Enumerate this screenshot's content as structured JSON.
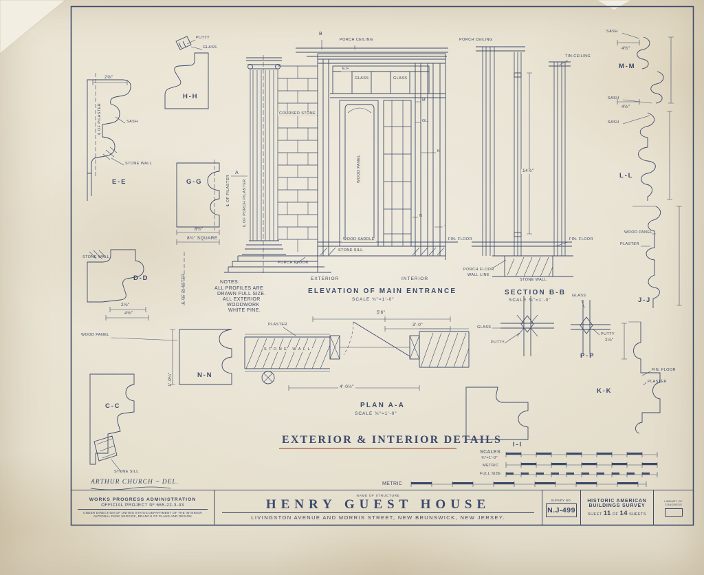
{
  "colors": {
    "paper": "#eae4d4",
    "ink": "#3c4a6b",
    "underline": "#a2603f"
  },
  "profiles": {
    "hh": "H-H",
    "ee": "E-E",
    "gg": "G-G",
    "dd": "D-D",
    "nn": "N-N",
    "cc": "C-C",
    "mm": "M-M",
    "ll": "L-L",
    "jj": "J-J",
    "kk": "K-K",
    "pp": "P-P",
    "ii": "I-I"
  },
  "materials": {
    "putty": "PUTTY",
    "glass": "GLASS",
    "sash": "SASH",
    "stone_wall": "STONE WALL",
    "wood_panel": "WOOD PANEL",
    "plaster": "PLASTER",
    "stone_sill": "STONE SILL",
    "coursed_stone": "COURSED STONE",
    "wood_saddle": "WOOD SADDLE",
    "porch_ceiling": "PORCH CEILING",
    "tin_ceiling": "TIN-CEILING",
    "porch_floor": "PORCH FLOOR",
    "wall_line": "WALL LINE",
    "fin_floor": "FIN. FLOOR"
  },
  "centerlines": {
    "pilaster": "℄ OF PILASTER",
    "plaster": "℄ OF PLASTER",
    "porch_pilaster": "℄ OF PORCH PILASTER"
  },
  "markers": {
    "a": "A",
    "b": "B",
    "m": "M",
    "gl": "GL.",
    "k": "K",
    "n": "N",
    "j": "J",
    "ef": "E.F."
  },
  "elevation": {
    "title": "ELEVATION OF MAIN ENTRANCE",
    "scale": "SCALE ¾\"=1'-0\"",
    "exterior": "EXTERIOR",
    "interior": "INTERIOR"
  },
  "section": {
    "title": "SECTION B-B",
    "scale": "SCALE ¾\"=1'-0\""
  },
  "plan": {
    "title": "PLAN  A-A",
    "scale": "SCALE ¾\"=1'-0\""
  },
  "notes": {
    "heading": "NOTES:",
    "l1": "ALL PROFILES ARE",
    "l2": "DRAWN FULL SIZE.",
    "l3": "ALL EXTERIOR",
    "l4": "WOODWORK",
    "l5": "WHITE PINE."
  },
  "main_title": "EXTERIOR & INTERIOR DETAILS",
  "dims": {
    "d2_58": "2⅝\"",
    "d8_12": "8½\"",
    "d8_14_sq": "8¼\" SQUARE",
    "d2_78": "2⅞\"",
    "d4_18": "4⅛\"",
    "d1_0_14": "1'-0¼\"",
    "d14_78": "14⅞\"",
    "d4_12": "4½\"",
    "d5_6": "5'6\"",
    "d3_0": "3'-0\"",
    "d4_0_12": "4'-0½\""
  },
  "scales_block": {
    "heading": "SCALES",
    "imperial": "¾\"=1'-0\"",
    "metric": "METRIC",
    "full_size": "FULL SIZE",
    "metric_bottom": "METRIC"
  },
  "signature": "ARTHUR CHURCH ~ DEL.",
  "title_block": {
    "wpa1": "WORKS PROGRESS ADMINISTRATION",
    "wpa2": "OFFICIAL PROJECT Nº 665-22-3-43",
    "wpa3": "UNDER DIRECTION OF UNITED STATES DEPARTMENT OF THE INTERIOR",
    "wpa4": "NATIONAL PARK SERVICE, BRANCH OF PLANS AND DESIGN",
    "name_label": "NAME OF STRUCTURE",
    "structure_name": "HENRY GUEST HOUSE",
    "address": "LIVINGSTON AVENUE AND MORRIS STREET, NEW BRUNSWICK, NEW JERSEY.",
    "survey_label": "SURVEY NO.",
    "survey_no": "N.J-499",
    "habs1": "HISTORIC AMERICAN",
    "habs2": "BUILDINGS SURVEY",
    "sheet_word": "SHEET",
    "sheet_no": "11",
    "of_word": "OF",
    "sheet_total": "14",
    "sheets_word": "SHEETS",
    "loc1": "LIBRARY OF CONGRESS"
  }
}
